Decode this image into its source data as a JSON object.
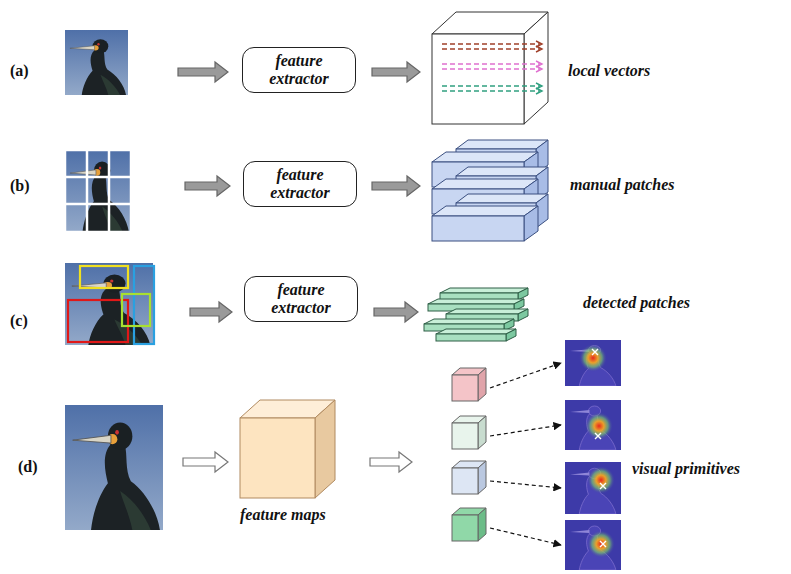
{
  "diagram": {
    "nodes": [
      {
        "text": [
          "feature extractor"
        ]
      },
      {
        "text": [
          "feature extractor"
        ]
      },
      {
        "text": [
          "feature extractor"
        ]
      }
    ],
    "labels": [
      "(a)",
      "local vectors",
      "(b)",
      "manual patches",
      "(c)",
      "detected patches",
      "(d)",
      "feature maps",
      "visual primitives"
    ]
  }
}
